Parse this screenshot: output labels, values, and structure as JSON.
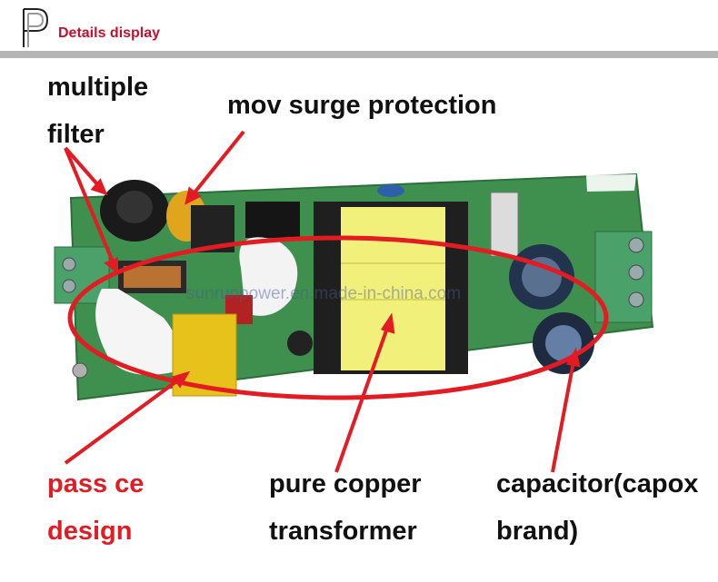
{
  "header": {
    "title": "Details display",
    "logo_letter": "P"
  },
  "labels": {
    "multiple_filter_line1": "multiple",
    "multiple_filter_line2": "filter",
    "mov": "mov  surge protection",
    "pass_ce_line1": "pass ce",
    "pass_ce_line2": "design",
    "transformer_line1": "pure copper",
    "transformer_line2": "transformer",
    "capacitor_line1": "capacitor(capox",
    "capacitor_line2": "brand)"
  },
  "watermark": "sunrunpower.en.made-in-china.com",
  "colors": {
    "accent_red": "#e31b23",
    "pcb_green": "#3f8f4f",
    "header_bar": "#b5b5b5"
  }
}
